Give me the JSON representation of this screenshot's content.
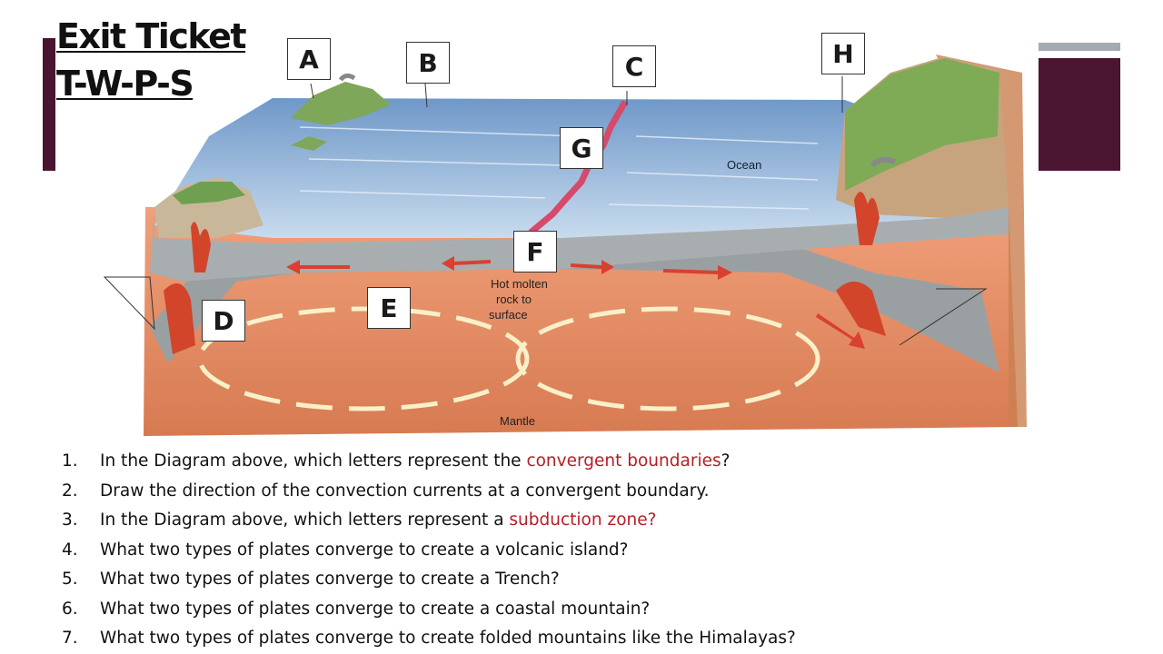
{
  "title": {
    "line1": "Exit Ticket",
    "line2": "T-W-P-S"
  },
  "labels": {
    "a": "A",
    "b": "B",
    "c": "C",
    "d": "D",
    "e": "E",
    "f": "F",
    "g": "G",
    "h": "H"
  },
  "diagram_text": {
    "ocean": "Ocean",
    "hot_molten_1": "Hot molten",
    "hot_molten_2": "rock to",
    "hot_molten_3": "surface",
    "mantle": "Mantle"
  },
  "questions": [
    {
      "num": "1.",
      "pre": "In the Diagram above, which letters represent the ",
      "hl": "convergent boundaries",
      "post": "?"
    },
    {
      "num": "2.",
      "pre": "Draw the direction of the convection currents at a convergent boundary.",
      "hl": "",
      "post": ""
    },
    {
      "num": "3.",
      "pre": "In the Diagram above, which letters represent a ",
      "hl": "subduction zone?",
      "post": ""
    },
    {
      "num": "4.",
      "pre": "What two types of plates converge to create a volcanic island?",
      "hl": "",
      "post": ""
    },
    {
      "num": "5.",
      "pre": "What two types of plates converge to create a Trench?",
      "hl": "",
      "post": ""
    },
    {
      "num": "6.",
      "pre": "What two types of plates converge to create a coastal mountain?",
      "hl": "",
      "post": ""
    },
    {
      "num": "7.",
      "pre": "What two types of plates converge to create folded mountains like the Himalayas?",
      "hl": "",
      "post": ""
    }
  ],
  "colors": {
    "accent": "#4a1530",
    "highlight": "#b81d24",
    "ocean": "#8fb2d6",
    "mantle": "#e58a5c"
  }
}
